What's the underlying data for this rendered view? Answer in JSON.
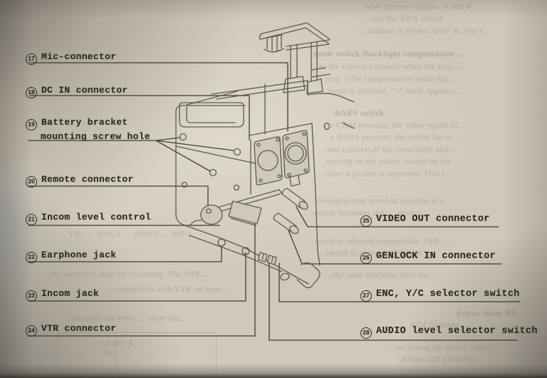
{
  "document": {
    "kind": "scanned camera manual page with rear-connector diagram",
    "colors": {
      "paper": "#cfc8bb",
      "label_ink": "#2e2a23",
      "drawing_ink": "#57534a"
    }
  },
  "labels": [
    {
      "num": "17",
      "text": "Mic-connector",
      "side": "left"
    },
    {
      "num": "18",
      "text": "DC IN connector",
      "side": "left"
    },
    {
      "num": "19",
      "text": "Battery bracket",
      "text2": "mounting screw hole",
      "side": "left"
    },
    {
      "num": "20",
      "text": "Remote connector",
      "side": "left"
    },
    {
      "num": "21",
      "text": "Incom level control",
      "side": "left"
    },
    {
      "num": "22",
      "text": "Earphone jack",
      "side": "left"
    },
    {
      "num": "23",
      "text": "Incom jack",
      "side": "left"
    },
    {
      "num": "24",
      "text": "VTR connector",
      "side": "left"
    },
    {
      "num": "25",
      "text": "VIDEO OUT connector",
      "side": "right"
    },
    {
      "num": "26",
      "text": "GENLOCK IN connector",
      "side": "right"
    },
    {
      "num": "27",
      "text": "ENC, Y/C selector switch",
      "side": "right"
    },
    {
      "num": "28",
      "text": "AUDIO level selector switch",
      "side": "right"
    }
  ],
  "ghost": [
    {
      "text": "…table memory modes.  A and B"
    },
    {
      "text": "…ess the AWB switch …"
    },
    {
      "text": "…balance is set for 3200° K.   Use t…"
    },
    {
      "text": "mode switch (backlight compensation …"
    },
    {
      "text": "…es the correct exposure when the subj…"
    },
    {
      "text": "…e stop.  (The compensation value dep…"
    },
    {
      "text": "…mode is selected, “+” mark appears…"
    },
    {
      "text": "BARS switch"
    },
    {
      "text": "…e CAM position, the video signal of…"
    },
    {
      "text": "…e BARS position, the colour bar si…"
    },
    {
      "text": "…and contrast of the viewfinder and…"
    },
    {
      "text": "…turning on the power switch on the…"
    },
    {
      "text": "…after a picture is appeared.  This f…"
    },
    {
      "text": "…photographing speed of cameras is u…"
    },
    {
      "text": "…switch increases the … shutter…"
    },
    {
      "text": "…speed is selected sequentially.  OFF →…"
    },
    {
      "text": "…switch is pressed.  (1/500 is…"
    },
    {
      "text": "…the same function.  (See the…"
    },
    {
      "text": "RB mode switch"
    },
    {
      "text": "…speed of VTR …"
    },
    {
      "text": "…mode.  Verify the power swi…"
    },
    {
      "text": "…operating this switch."
    },
    {
      "text": "1/500 → 1/1000 → 1/2000 → OFF"
    },
    {
      "text": "…the switch to stop the recording.  The VTR…"
    },
    {
      "text": "…connection with VTR on page…"
    },
    {
      "text": "…to select the filter … reset the…"
    },
    {
      "text": "(1) 4000° K"
    },
    {
      "text": "340"
    }
  ]
}
